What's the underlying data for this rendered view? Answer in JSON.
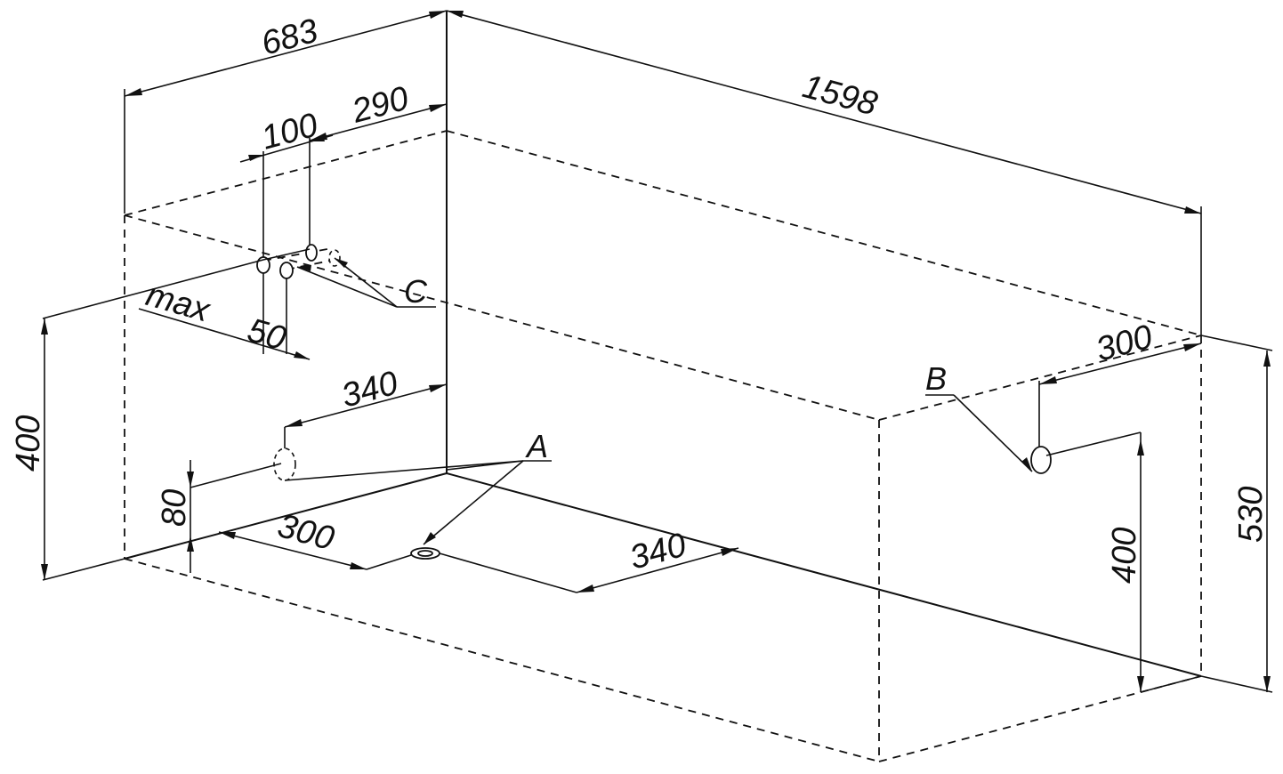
{
  "dimensions": {
    "length": "1598",
    "width": "683",
    "height_total": "530",
    "height_panel_left": "400",
    "height_right": "400",
    "overflow_offset": "290",
    "overflow_spacing": "100",
    "overflow_max": "max",
    "overflow_50": "50",
    "drain_offset_side": "340",
    "drain_height": "80",
    "floor_drain_side": "300",
    "floor_drain_front": "340",
    "outlet_b_offset": "300"
  },
  "labels": {
    "a": "A",
    "b": "B",
    "c": "C"
  },
  "colors": {
    "line": "#111111",
    "background": "#ffffff"
  }
}
